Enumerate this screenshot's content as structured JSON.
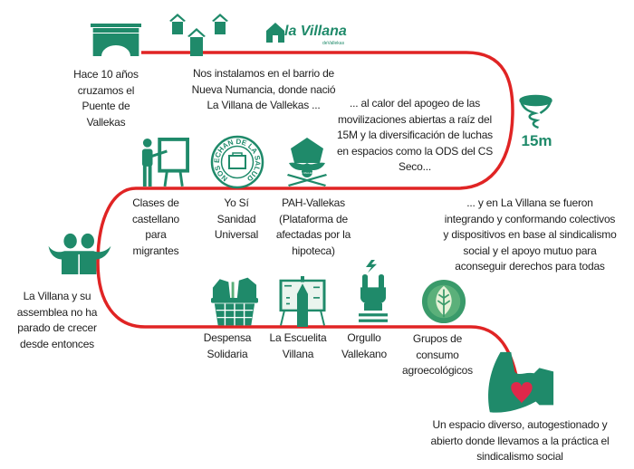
{
  "colors": {
    "path": "#e02424",
    "icon": "#1f8a6a",
    "icon_light": "#5bb07a",
    "heart": "#e0284a",
    "text": "#1e1e1e"
  },
  "logo": {
    "name": "la Villana",
    "sub": "deVallekas"
  },
  "icons": {
    "bridge": "bridge-icon",
    "houses": "houses-icon",
    "tornado": "tornado-15m-icon",
    "tornado_label": "15m",
    "teacher": "teacher-board-icon",
    "yosi": "yo-si-sanidad-seal-icon",
    "yosi_text": "NOS ECHAN DE LA SALUD",
    "pah": "pah-vallekas-icon",
    "pah_text": "PAH VALLEKAS",
    "people": "people-hug-icon",
    "basket": "basket-icon",
    "school": "chalkboard-pencil-icon",
    "orgullo": "raised-fist-icon",
    "orgullo_text": "ORGULLO VALLEKANO",
    "leaf": "leaf-badge-icon",
    "arm": "arm-heart-icon"
  },
  "steps": [
    {
      "id": "puente",
      "lines": [
        "Hace 10 años",
        "cruzamos el",
        "Puente de",
        "Vallekas"
      ]
    },
    {
      "id": "barrio",
      "lines": [
        "Nos instalamos en el barrio de",
        "Nueva Numancia, donde nació",
        "La Villana de Vallekas ..."
      ]
    },
    {
      "id": "15m",
      "lines": [
        "... al calor del apogeo de las",
        "movilizaciones abiertas a raíz del",
        "15M y la diversificación de luchas",
        "en espacios como la ODS del CS",
        "Seco..."
      ]
    },
    {
      "id": "clases",
      "lines": [
        "Clases de",
        "castellano",
        "para",
        "migrantes"
      ]
    },
    {
      "id": "yosi",
      "lines": [
        "Yo Sí",
        "Sanidad",
        "Universal"
      ]
    },
    {
      "id": "pah",
      "lines": [
        "PAH-Vallekas",
        "(Plataforma de",
        "afectadas por la",
        "hipoteca)"
      ]
    },
    {
      "id": "colectivos",
      "lines": [
        "... y en La Villana se fueron",
        "integrando y conformando colectivos",
        "y dispositivos en base al sindicalismo",
        "social y el apoyo mutuo para",
        "aconseguir derechos para todas"
      ]
    },
    {
      "id": "asamblea",
      "lines": [
        "La Villana y su",
        "assemblea no ha",
        "parado de crecer",
        "desde entonces"
      ]
    },
    {
      "id": "despensa",
      "lines": [
        "Despensa",
        "Solidaria"
      ]
    },
    {
      "id": "escuelita",
      "lines": [
        "La Escuelita",
        "Villana"
      ]
    },
    {
      "id": "orgullo",
      "lines": [
        "Orgullo",
        "Vallekano"
      ]
    },
    {
      "id": "grupos",
      "lines": [
        "Grupos de",
        "consumo",
        "agroecológicos"
      ]
    },
    {
      "id": "final",
      "lines": [
        "Un espacio diverso, autogestionado y",
        "abierto donde llevamos a la práctica el",
        "sindicalismo social"
      ]
    }
  ]
}
